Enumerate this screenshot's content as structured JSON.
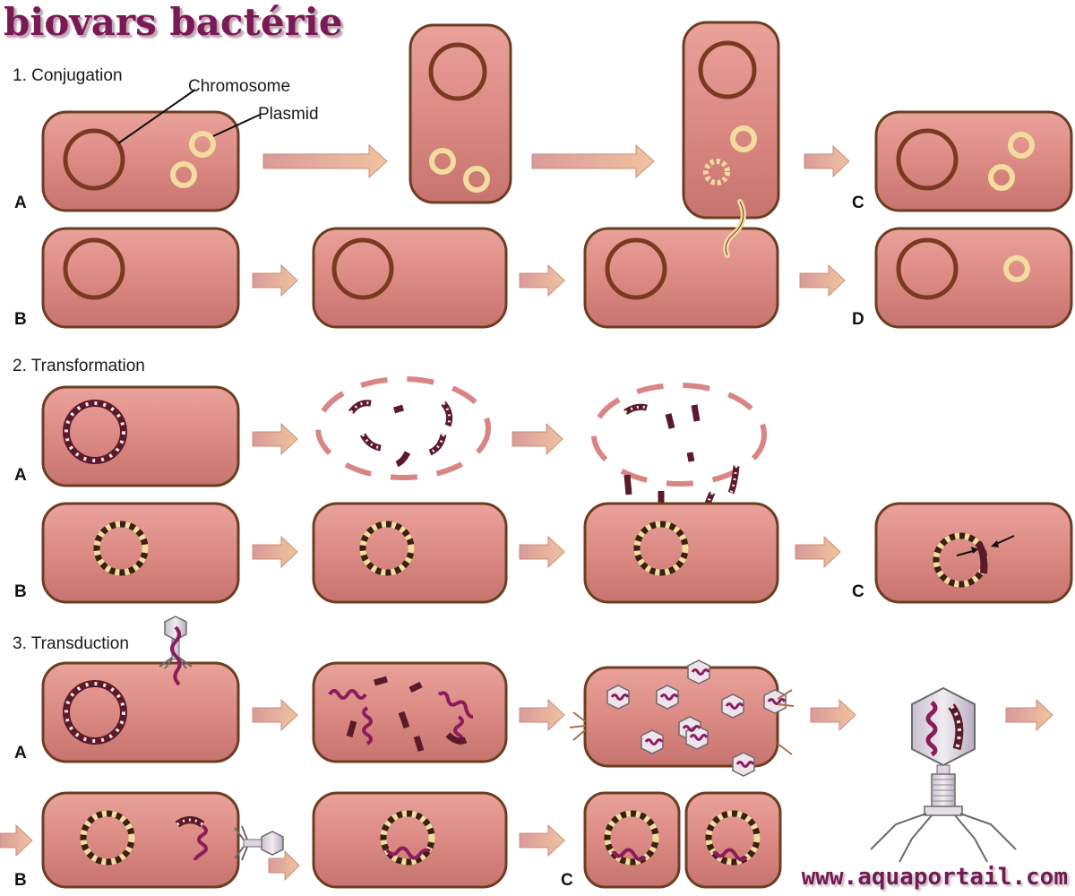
{
  "title": "biovars bactérie",
  "sections": {
    "conjugation": "1. Conjugation",
    "transformation": "2. Transformation",
    "transduction": "3. Transduction"
  },
  "annotations": {
    "chromosome": "Chromosome",
    "plasmid": "Plasmid"
  },
  "row_labels": {
    "conj_A": "A",
    "conj_B": "B",
    "conj_C": "C",
    "conj_D": "D",
    "trf_A": "A",
    "trf_B": "B",
    "trf_C": "C",
    "trd_A": "A",
    "trd_B": "B",
    "trd_C": "C"
  },
  "watermark": "www.aquaportail.com",
  "colors": {
    "cell_fill": "#dc8a84",
    "cell_border": "#6b3e22",
    "chromosome": "#7a3a22",
    "plasmid": "#f3dca0",
    "arrow": "#e8b49a",
    "phage_dna": "#8a1c5c",
    "title": "#7a1a55"
  }
}
